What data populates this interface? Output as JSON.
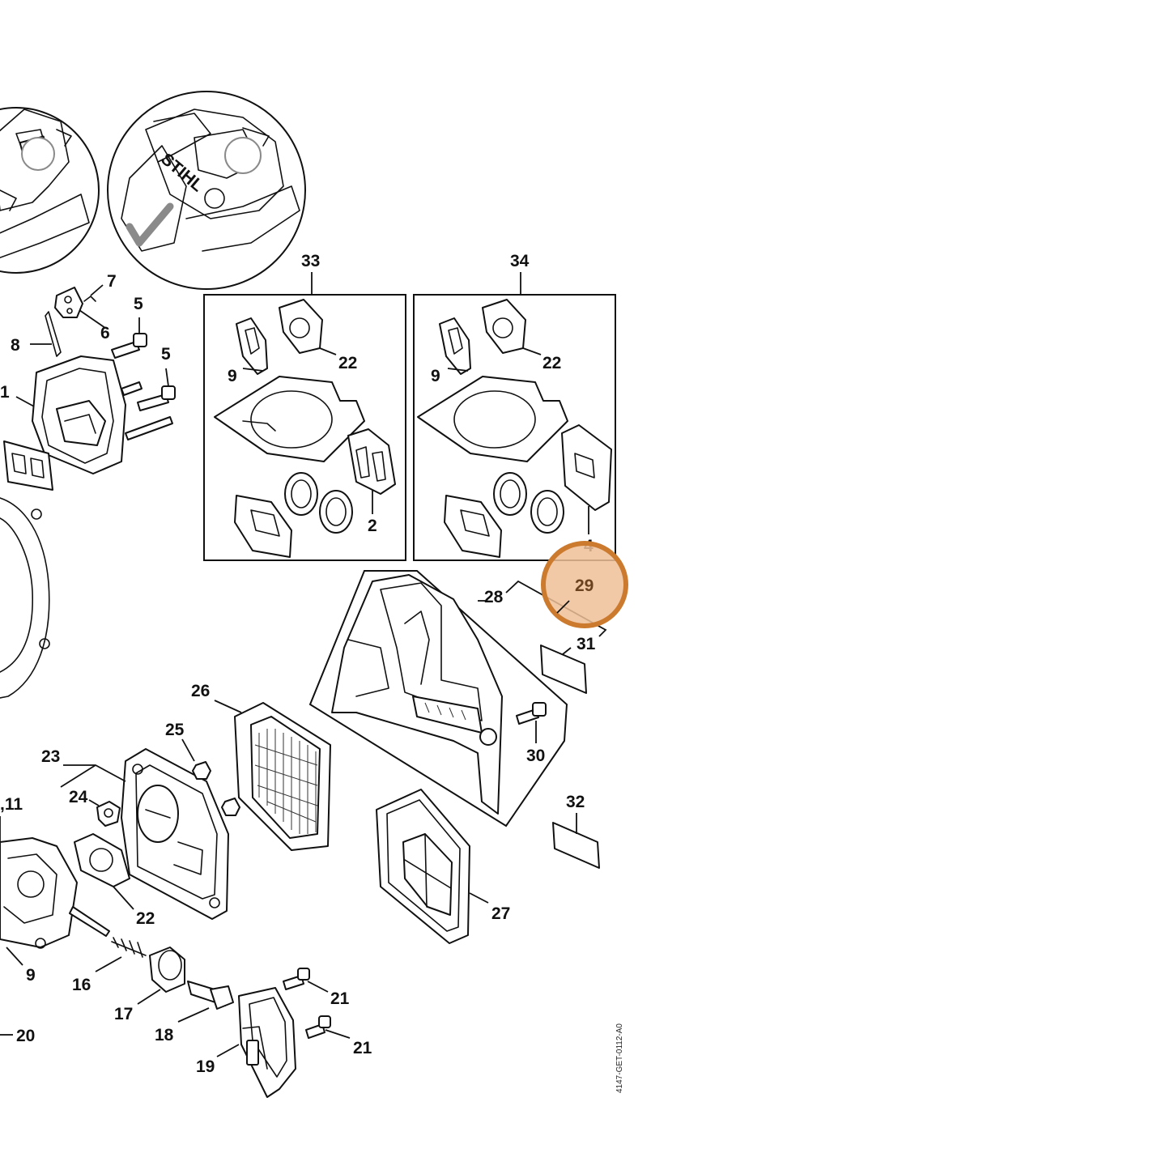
{
  "diagram": {
    "labels": {
      "l1": "1",
      "l2": "2",
      "l4": "4",
      "l5a": "5",
      "l5b": "5",
      "l6": "6",
      "l7": "7",
      "l8": "8",
      "l9a": "9",
      "l9b": "9",
      "l9c": "9",
      "l11": ",11",
      "l16": "16",
      "l17": "17",
      "l18": "18",
      "l19": "19",
      "l20": "20",
      "l21a": "21",
      "l21b": "21",
      "l22a": "22",
      "l22b": "22",
      "l22c": "22",
      "l23": "23",
      "l24": "24",
      "l25": "25",
      "l26": "26",
      "l27": "27",
      "l28": "28",
      "l29": "29",
      "l30": "30",
      "l31": "31",
      "l32": "32",
      "l33": "33",
      "l34": "34"
    },
    "highlighted_part": "29",
    "document_id": "4147-GET-0112-A0",
    "brand_mark": "STIHL",
    "colors": {
      "highlight_fill": "#eebf98",
      "highlight_stroke": "#cc7a2e",
      "line": "#111111",
      "check_mark": "#8a8a8a"
    }
  }
}
